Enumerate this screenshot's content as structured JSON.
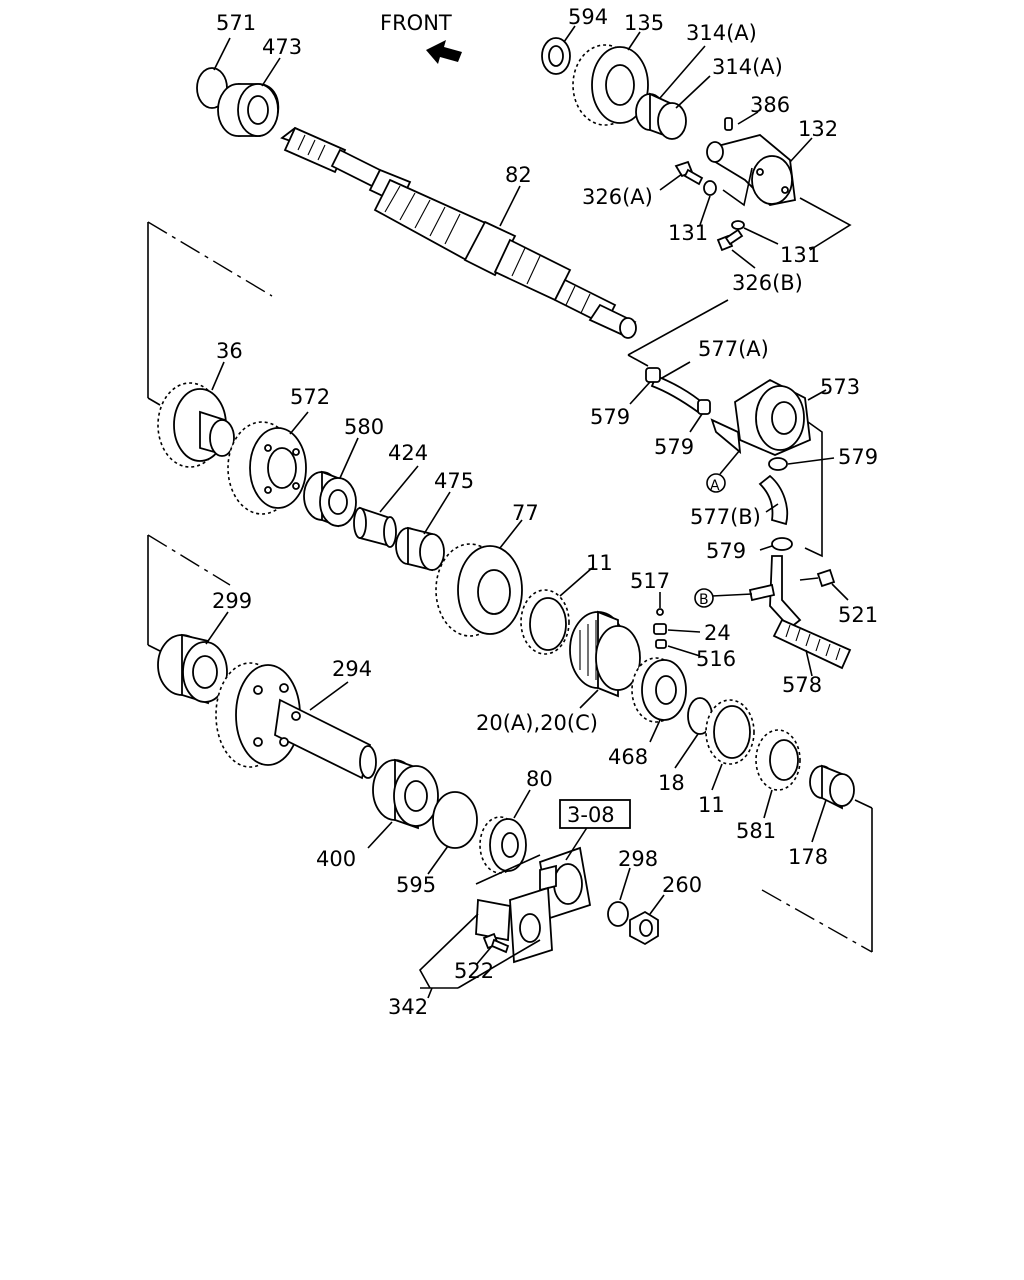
{
  "header": {
    "front_label": "FRONT"
  },
  "section_ref": "3-08",
  "labels": {
    "l571": "571",
    "l473": "473",
    "l594": "594",
    "l135": "135",
    "l314a1": "314(A)",
    "l314a2": "314(A)",
    "l386": "386",
    "l132": "132",
    "l82": "82",
    "l326a": "326(A)",
    "l131a": "131",
    "l131b": "131",
    "l326b": "326(B)",
    "l577a": "577(A)",
    "l573": "573",
    "l579a": "579",
    "l579b": "579",
    "l579c": "579",
    "l577b": "577(B)",
    "l579d": "579",
    "l36": "36",
    "l572": "572",
    "l580": "580",
    "l424": "424",
    "l475": "475",
    "l77": "77",
    "l11a": "11",
    "l517": "517",
    "l24": "24",
    "l516": "516",
    "l521": "521",
    "l578": "578",
    "l299": "299",
    "l294": "294",
    "l20": "20(A),20(C)",
    "l468": "468",
    "l18": "18",
    "l11b": "11",
    "l581": "581",
    "l178": "178",
    "l80": "80",
    "l400": "400",
    "l595": "595",
    "l298": "298",
    "l260": "260",
    "l522": "522",
    "l342": "342"
  },
  "callouts": {
    "a": "A",
    "b": "B"
  }
}
